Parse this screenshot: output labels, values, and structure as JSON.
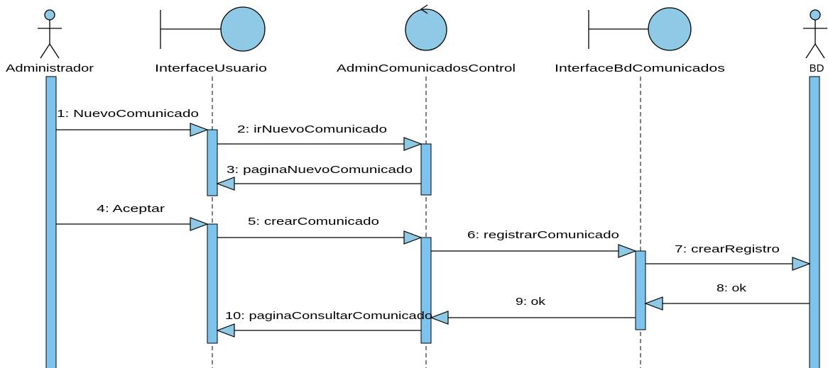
{
  "participants": [
    {
      "id": "administrador",
      "name": "Administrador",
      "kind": "actor"
    },
    {
      "id": "interface-usuario",
      "name": "InterfaceUsuario",
      "kind": "boundary"
    },
    {
      "id": "admin-comunicados-control",
      "name": "AdminComunicadosControl",
      "kind": "control"
    },
    {
      "id": "interface-bd-comunicados",
      "name": "InterfaceBdComunicados",
      "kind": "boundary"
    },
    {
      "id": "bd",
      "name": "BD",
      "kind": "actor"
    }
  ],
  "messages": [
    {
      "label": "1: NuevoComunicado",
      "from": "administrador",
      "to": "interface-usuario"
    },
    {
      "label": "2: irNuevoComunicado",
      "from": "interface-usuario",
      "to": "admin-comunicados-control"
    },
    {
      "label": "3: paginaNuevoComunicado",
      "from": "admin-comunicados-control",
      "to": "interface-usuario"
    },
    {
      "label": "4: Aceptar",
      "from": "administrador",
      "to": "interface-usuario"
    },
    {
      "label": "5: crearComunicado",
      "from": "interface-usuario",
      "to": "admin-comunicados-control"
    },
    {
      "label": "6: registrarComunicado",
      "from": "admin-comunicados-control",
      "to": "interface-bd-comunicados"
    },
    {
      "label": "7: crearRegistro",
      "from": "interface-bd-comunicados",
      "to": "bd"
    },
    {
      "label": "8: ok",
      "from": "bd",
      "to": "interface-bd-comunicados"
    },
    {
      "label": "9: ok",
      "from": "interface-bd-comunicados",
      "to": "admin-comunicados-control"
    },
    {
      "label": "10: paginaConsultarComunicado",
      "from": "admin-comunicados-control",
      "to": "interface-usuario"
    }
  ],
  "colors": {
    "fill": "#8ecae6",
    "fill_bar": "#7cc4ee",
    "stroke": "#000000"
  }
}
